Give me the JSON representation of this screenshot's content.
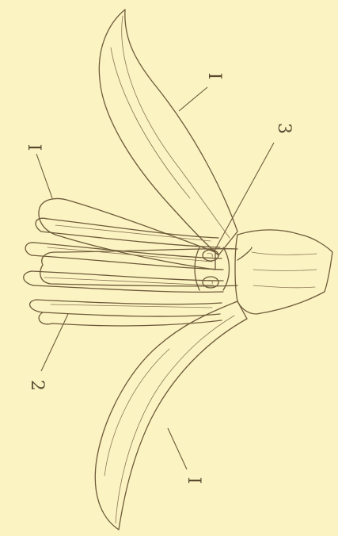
{
  "figure": {
    "background_color": "#fbf3c2",
    "ink_color": "#6e5a3a",
    "labels": {
      "upper_sepal": "I",
      "left_petal": "I",
      "stamens": "2",
      "pistil": "3",
      "lower_sepal": "I"
    }
  }
}
